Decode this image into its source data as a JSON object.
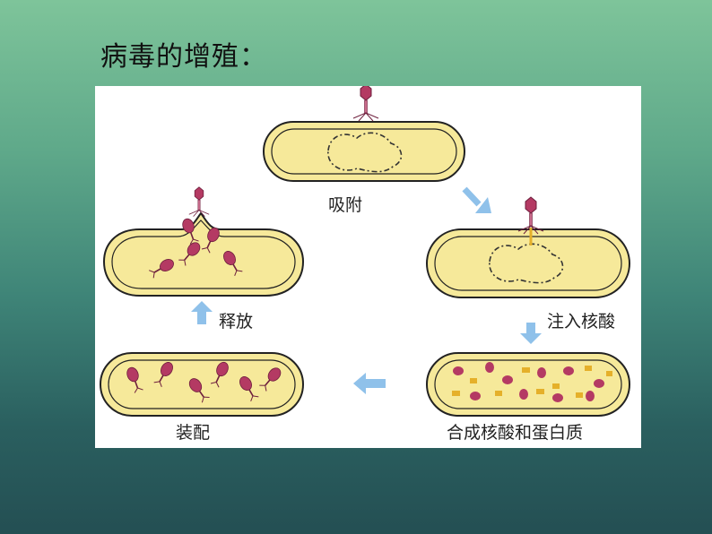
{
  "slide": {
    "title": "病毒的增殖："
  },
  "diagram": {
    "stages": [
      {
        "label": "吸附"
      },
      {
        "label": "注入核酸"
      },
      {
        "label": "合成核酸和蛋白质"
      },
      {
        "label": "装配"
      },
      {
        "label": "释放"
      }
    ],
    "colors": {
      "cell_fill": "#f6e99a",
      "cell_outline": "#222222",
      "phage": "#b43a63",
      "arrow": "#8fc1ea",
      "protein": "#e5b02a"
    }
  }
}
